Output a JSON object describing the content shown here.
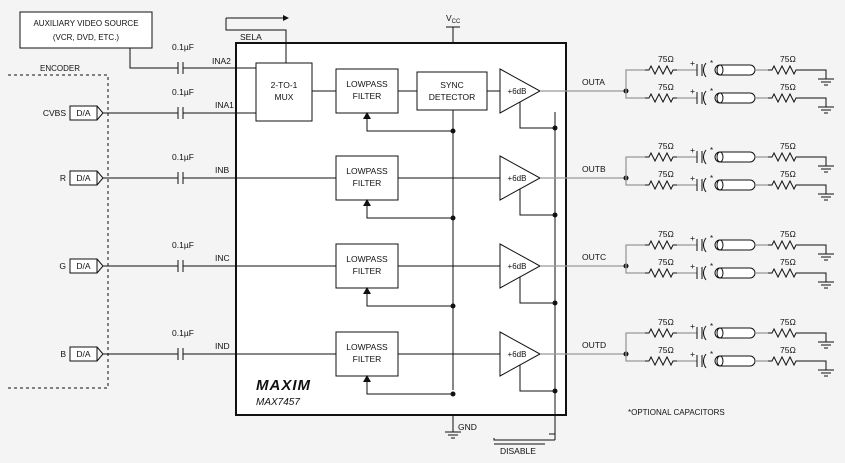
{
  "labels": {
    "aux_source_line1": "AUXILIARY VIDEO SOURCE",
    "aux_source_line2": "(VCR, DVD, ETC.)",
    "encoder": "ENCODER",
    "sela": "SELA",
    "vcc_main": "V",
    "vcc_sub": "CC",
    "mux_line1": "2-TO-1",
    "mux_line2": "MUX",
    "lpf_line1": "LOWPASS",
    "lpf_line2": "FILTER",
    "sync_line1": "SYNC",
    "sync_line2": "DETECTOR",
    "gain": "+6dB",
    "da": "D/A",
    "cap": "0.1µF",
    "res": "75Ω",
    "plus": "+",
    "opt_cap": "*",
    "logo": "MAXIM",
    "part": "MAX7457",
    "gnd": "GND",
    "disable": "DISABLE",
    "footnote": "*OPTIONAL CAPACITORS"
  },
  "inputs": [
    {
      "source": "",
      "pin": "INA2"
    },
    {
      "source": "CVBS",
      "pin": "INA1"
    },
    {
      "source": "R",
      "pin": "INB"
    },
    {
      "source": "G",
      "pin": "INC"
    },
    {
      "source": "B",
      "pin": "IND"
    }
  ],
  "outputs": [
    "OUTA",
    "OUTB",
    "OUTC",
    "OUTD"
  ],
  "colors": {
    "line": "#111111",
    "output_line": "#999999",
    "background": "#f4f4f4"
  }
}
